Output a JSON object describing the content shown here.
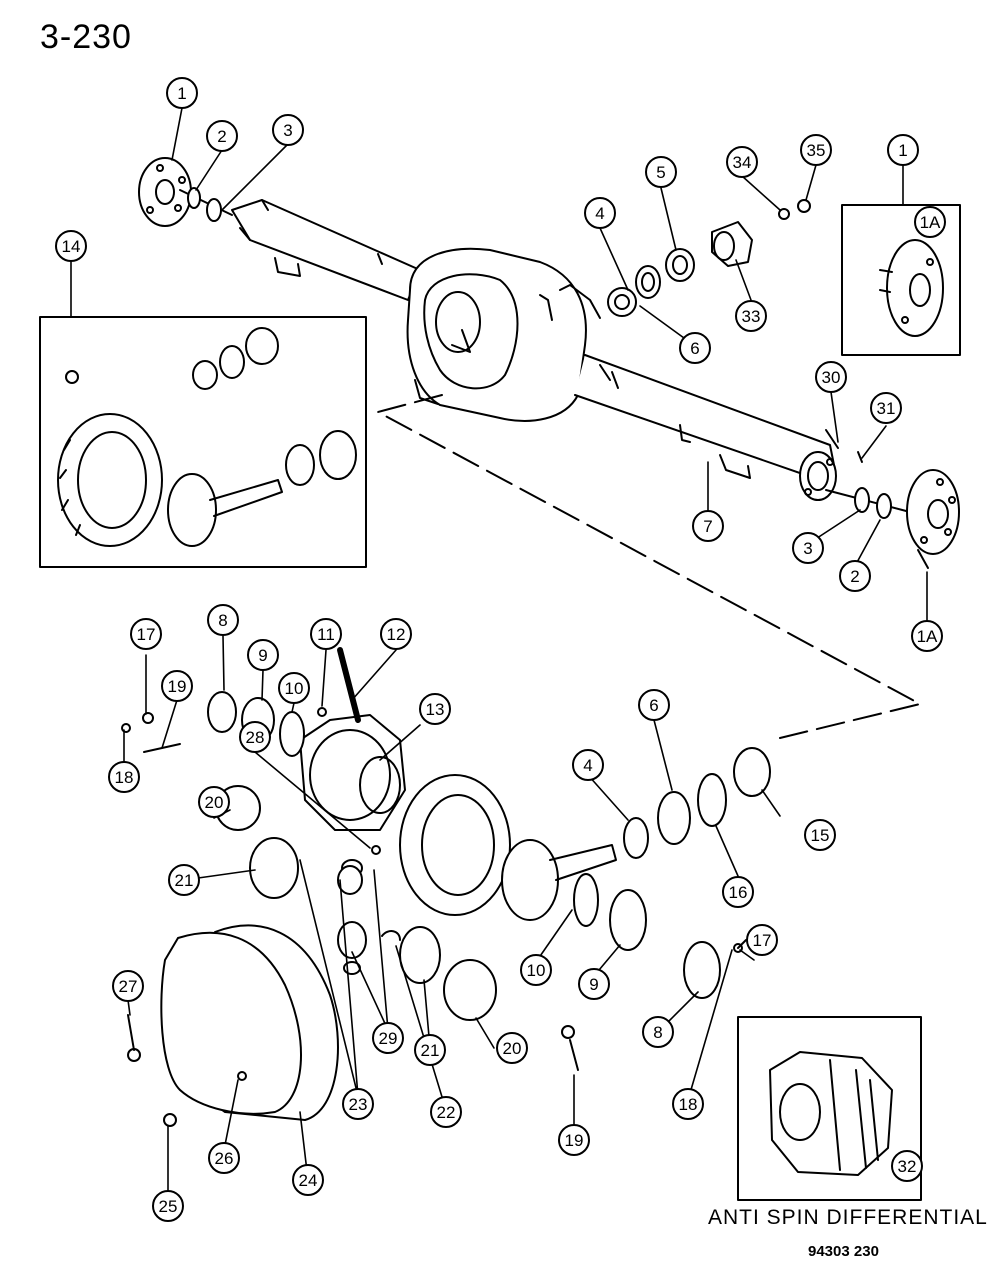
{
  "page_number": "3-230",
  "figure_code": "94303 230",
  "anti_spin_caption": "ANTI SPIN DIFFERENTIAL",
  "callouts": [
    "1",
    "2",
    "3",
    "14",
    "4",
    "5",
    "34",
    "35",
    "1",
    "1A",
    "6",
    "33",
    "30",
    "31",
    "7",
    "3",
    "2",
    "1A",
    "17",
    "8",
    "9",
    "11",
    "12",
    "19",
    "10",
    "13",
    "18",
    "6",
    "4",
    "15",
    "28",
    "20",
    "16",
    "21",
    "10",
    "9",
    "17",
    "27",
    "29",
    "21",
    "20",
    "8",
    "18",
    "23",
    "22",
    "19",
    "26",
    "24",
    "25",
    "32"
  ]
}
